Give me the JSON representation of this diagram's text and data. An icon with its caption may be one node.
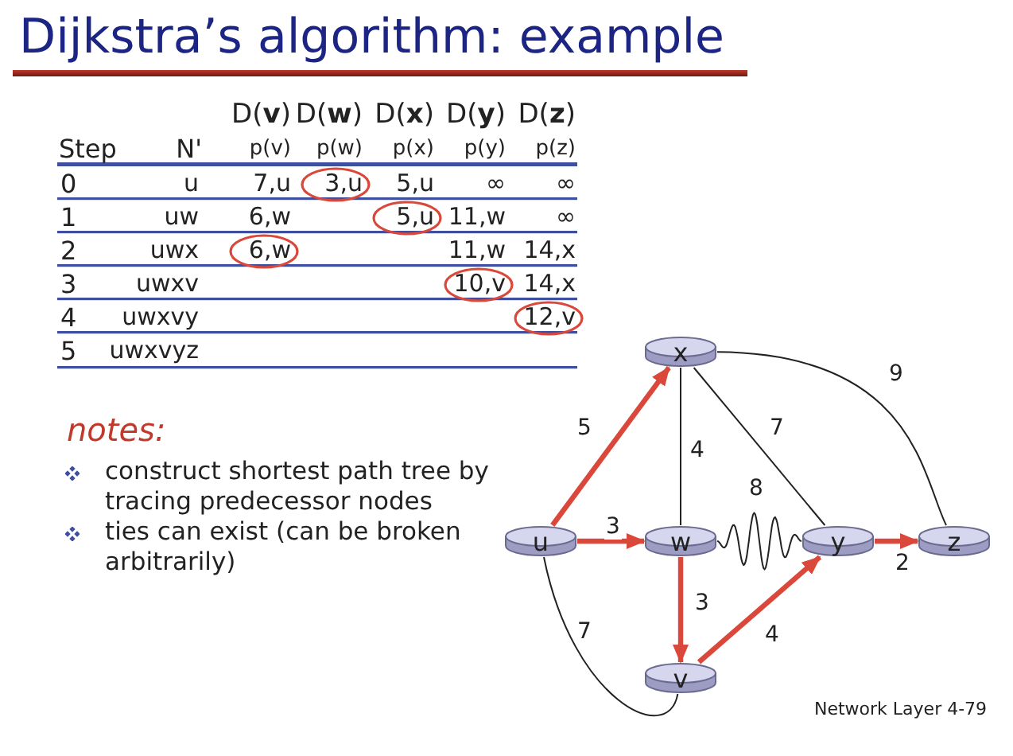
{
  "diagram": {
    "title": "Dijkstra’s algorithm: example",
    "nodes": [
      {
        "text": [
          "x"
        ]
      },
      {
        "text": [
          "u"
        ]
      },
      {
        "text": [
          "w"
        ]
      },
      {
        "text": [
          "y"
        ]
      },
      {
        "text": [
          "z"
        ]
      },
      {
        "text": [
          "v"
        ]
      }
    ],
    "edges": [
      {
        "from": 1,
        "to": 0,
        "arrow": "to",
        "label": "5",
        "style": "thick",
        "color": "#d9483b"
      },
      {
        "from": 1,
        "to": 2,
        "arrow": "to",
        "label": "3",
        "style": "thick",
        "color": "#d9483b"
      },
      {
        "from": 2,
        "to": 5,
        "arrow": "to",
        "label": "3",
        "style": "thick",
        "color": "#d9483b"
      },
      {
        "from": 5,
        "to": 3,
        "arrow": "to",
        "label": "4",
        "style": "thick",
        "color": "#d9483b"
      },
      {
        "from": 3,
        "to": 4,
        "arrow": "to",
        "label": "2",
        "style": "thick",
        "color": "#d9483b"
      },
      {
        "from": 0,
        "to": 2,
        "arrow": "none",
        "label": "4",
        "color": "#222222"
      },
      {
        "from": 0,
        "to": 3,
        "arrow": "none",
        "label": "7",
        "color": "#222222"
      },
      {
        "from": 0,
        "to": 4,
        "arrow": "none",
        "label": "9",
        "color": "#222222"
      },
      {
        "from": 2,
        "to": 3,
        "arrow": "none",
        "label": "8",
        "color": "#222222"
      },
      {
        "from": 1,
        "to": 5,
        "arrow": "none",
        "label": "7",
        "color": "#222222"
      }
    ],
    "labels": [
      "D(**v**)",
      "D(**w**)",
      "D(**x**)",
      "D(**y**)",
      "D(**z**)",
      "Step",
      "N'",
      "p(v)",
      "p(w)",
      "p(x)",
      "p(y)",
      "p(z)",
      "0",
      "u",
      "7,u",
      "3,u",
      "5,u",
      "∞",
      "∞",
      "1",
      "uw",
      "6,w",
      "5,u",
      "11,w",
      "∞",
      "2",
      "uwx",
      "6,w",
      "11,w",
      "14,x",
      "3",
      "uwxv",
      "10,v",
      "14,x",
      "4",
      "uwxvy",
      "12,v",
      "5",
      "uwxvyz",
      "notes:",
      "construct shortest path tree by tracing predecessor nodes",
      "ties can exist (can be broken arbitrarily)",
      "Network Layer 4-79"
    ]
  }
}
